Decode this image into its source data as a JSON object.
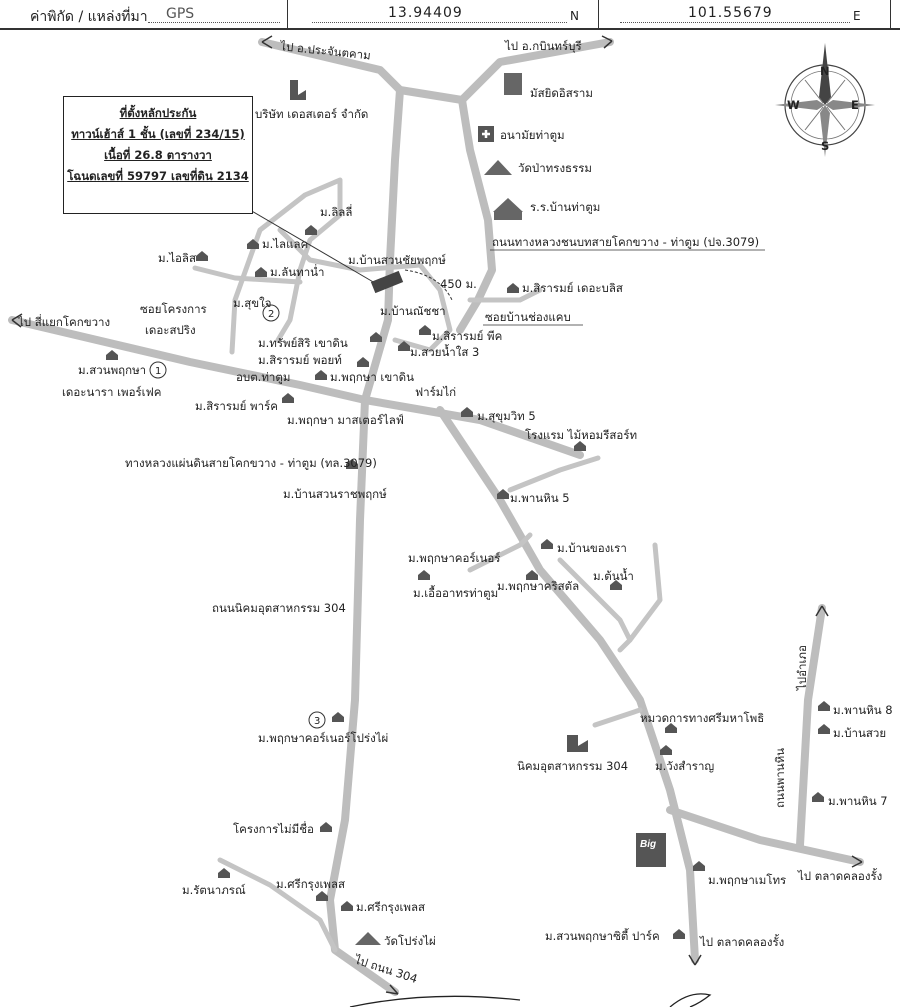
{
  "header": {
    "coord_label": "ค่าพิกัด / แหล่งที่มา",
    "source": "GPS",
    "latitude": "13.94409",
    "lat_dir": "N",
    "longitude": "101.55679",
    "lon_dir": "E"
  },
  "info_box": {
    "title": "ที่ตั้งหลักประกัน",
    "line1": "ทาวน์เฮ้าส์ 1 ชั้น (เลขที่ 234/15)",
    "line2": "เนื้อที่ 26.8 ตารางวา",
    "line3": "โฉนดเลขที่ 59797 เลขที่ดิน 2134"
  },
  "compass": {
    "n": "N",
    "s": "S",
    "e": "E",
    "w": "W"
  },
  "labels": {
    "to_prachantakham": "ไป อ.ประจันตคาม",
    "to_kabinburi": "ไป อ.กบินทร์บุรี",
    "mosque": "มัสยิดอิสราม",
    "company": "บริษัท เดอสเตอร์ จำกัด",
    "health_center": "อนามัยท่าตูม",
    "wat_pa": "วัดป่าทรงธรรม",
    "school": "ร.ร.บ้านท่าตูม",
    "m_lilli": "ม.ลิลลี่",
    "m_lalaen": "ม.ไลแลค",
    "m_ailis": "ม.ไอลิส",
    "m_lanthanam": "ม.ลันทาน่ำ",
    "m_baan_suan": "ม.บ้านสวนชัยพฤกษ์",
    "dist_450": "450 ม.",
    "rural_road": "ถนนทางหลวงชนบทสายโคกขวาง - ท่าตูม (ปจ.3079)",
    "m_sirarom_bliss": "ม.สิรารมย์ เดอะบลิส",
    "m_sukjai": "ม.สุขใจ",
    "soi_project": "ซอยโครงการ",
    "the_spring": "เดอะสปริง",
    "soi_baan_chong": "ซอยบ้านช่องแคบ",
    "to_kok_kwang": "ไป สี่แยกโคกขวาง",
    "m_baan_chicha": "ม.บ้านณัชชา",
    "m_sirarom_peak": "ม.สิรารมย์ พีค",
    "m_suay_nam_sai": "ม.สวยน้ำใส 3",
    "m_sap_siri": "ม.ทรัพย์สิริ เขาดิน",
    "m_sirarom_point": "ม.สิรารมย์ พอยท์",
    "m_suan_pruksa": "ม.สวนพฤกษา",
    "the_nara": "เดอะนารา เพอร์เฟค",
    "obt": "อบต.ท่าตูม",
    "m_pruksa_khaodin": "ม.พฤกษา เขาดิน",
    "chicken_farm": "ฟาร์มไก่",
    "m_sirarom_park": "ม.สิรารมย์ พาร์ค",
    "m_pruksa_master": "ม.พฤกษา มาสเตอร์ไลฟ์",
    "m_sukhumvit5": "ม.สุขุมวิท 5",
    "hotel": "โรงแรม ไม้หอมรีสอร์ท",
    "highway": "ทางหลวงแผ่นดินสายโคกขวาง - ท่าตูม (ทล.3079)",
    "m_baan_suan_rat": "ม.บ้านสวนราชพฤกษ์",
    "m_panhin5": "ม.พานหิน 5",
    "m_pruksa_corner": "ม.พฤกษาคอร์เนอร์",
    "m_baan_khong_rao": "ม.บ้านของเรา",
    "m_ua_athorn": "ม.เอื้ออาทรท่าตูม",
    "m_pruksa_ruksit": "ม.พฤกษาคริสตัล",
    "m_ton_nam": "ม.ต้นน้ำ",
    "industrial_road": "ถนนนิคมอุตสาหกรรม 304",
    "m_pruksa_prong": "ม.พฤกษาคอร์เนอร์โปร่งไผ่",
    "highway_police": "หมวดการทางศรีมหาโพธิ",
    "industrial_estate": "นิคมอุตสาหกรรม 304",
    "m_wang_samran": "ม.วังสำราญ",
    "panhin_road": "ถนนพานหิน",
    "to_district": "ไปอำเภอ",
    "m_panhin8": "ม.พานหิน 8",
    "m_baan_suay": "ม.บ้านสวย",
    "m_panhin7": "ม.พานหิน 7",
    "no_name_project": "โครงการไม่มีชื่อ",
    "big": "Big",
    "to_market1": "ไป ตลาดคลองรั้ง",
    "m_pruksa_metro": "ม.พฤกษาเมโทร",
    "m_rattana": "ม.รัตนาภรณ์",
    "m_sri_krung1": "ม.ศรีกรุงเพลส",
    "m_sri_krung2": "ม.ศรีกรุงเพลส",
    "wat_prong_phai": "วัดโปร่งไผ่",
    "m_suan_pruksa_city": "ม.สวนพฤกษาซิตี้ ปาร์ค",
    "to_market2": "ไป ตลาดคลองรั้ง",
    "road_304_small": "ไป ถนน 304",
    "num1": "1",
    "num2": "2",
    "num3": "3"
  },
  "colors": {
    "road": "#bdbdbd",
    "ink": "#222222",
    "icon": "#555555",
    "big_box": "#555555"
  },
  "icons": [
    "compass-rose-icon",
    "house-icon",
    "mosque-icon",
    "factory-icon",
    "temple-icon",
    "school-icon",
    "red-cross-icon"
  ]
}
